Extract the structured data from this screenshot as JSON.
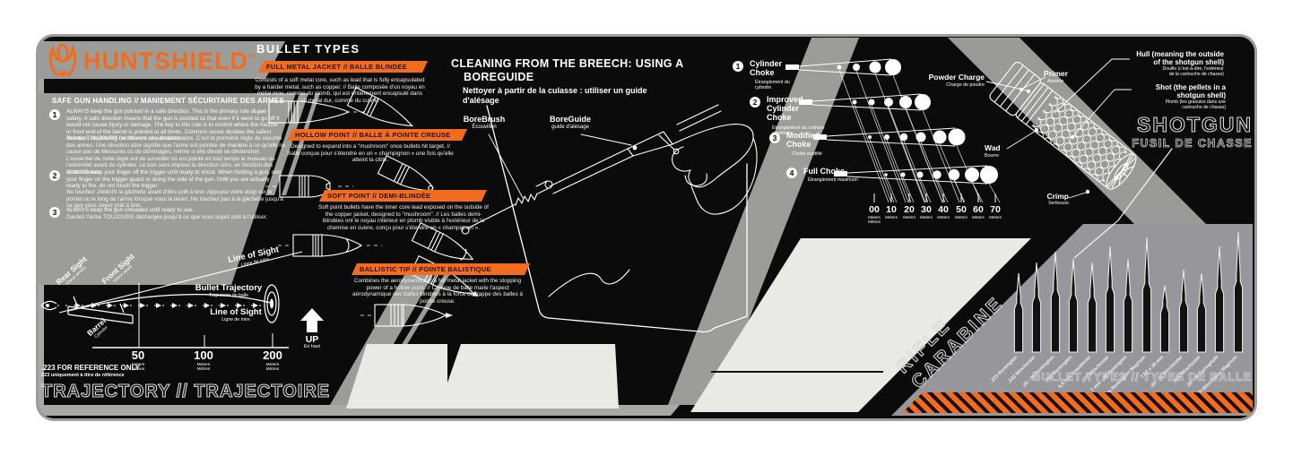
{
  "colors": {
    "accent_orange": "#f26c1f",
    "panel_gray": "#9c9c9a",
    "light_area": "#e9e9e5",
    "mat_black": "#0b0b0b"
  },
  "brand": {
    "name": "HUNTSHIELD",
    "tm": "™"
  },
  "safety": {
    "title": "SAFE GUN HANDLING // MANIEMENT SÉCURITAIRE DES ARMES",
    "items": [
      {
        "num": "1",
        "en": "ALWAYS keep the gun pointed in a safe direction. This is the primary rule of gun safety. A safe direction means that the gun is pointed so that even if it were to go off it would not cause injury or damage. The key to this rule is to control where the muzzle or front end of the barrel is pointed at all times. Common sense dictates the safest direction, depending on different circumstances.",
        "fr": "Pointez TOUJOURS l'arme vers une direction sûre. C'est la première règle de sécurité des armes. Une direction sûre signifie que l'arme est pointée de manière à ce qu'elle ne cause pas de blessures ou de dommages, même si elle devait se déclencher. L'essentiel de cette règle est de surveiller où est pointé en tout temps le museau ou l'extrémité avant du cylindre. Le bon sens impose la direction sûre, en fonction des circonstances."
      },
      {
        "num": "2",
        "en": "ALWAYS keep your finger off the trigger until ready to shoot. When holding a gun, rest your finger on the trigger guard or along the side of the gun. Until you are actually ready to fire, do not touch the trigger.",
        "fr": "Ne touchez JAMAIS la gâchette avant d'être prêt à tirer. Appuyez votre doigt sur le pontet ou le long de l'arme lorsque vous la tenez. Ne touchez pas à la gâchette jusqu'à ce que vous soyez prêt à tirer."
      },
      {
        "num": "3",
        "en": "ALWAYS keep the gun unloaded until ready to use.",
        "fr": "Gardez l'arme TOUJOURS déchargée jusqu'à ce que vous soyez prêt à l'utiliser."
      }
    ]
  },
  "trajectory": {
    "labels": {
      "rear_en": "Rear Sight",
      "rear_fr": "Viseur arrière",
      "front_en": "Front Sight",
      "front_fr": "Viseur avant",
      "los_top_en": "Line of Sight",
      "los_top_fr": "Ligne de mire",
      "bullet_en": "Bullet Trajectory",
      "bullet_fr": "Trajectoire de balle",
      "los_mid_en": "Line of Sight",
      "los_mid_fr": "Ligne de mire",
      "barrel_en": "Barrel",
      "barrel_fr": "Cylindre"
    },
    "scale": [
      {
        "value": "50",
        "en": "Meters",
        "fr": "Mètres"
      },
      {
        "value": "100",
        "en": "Meters",
        "fr": "Mètres"
      },
      {
        "value": "200",
        "en": "Meters",
        "fr": "Mètres"
      }
    ],
    "note_en": ".223 FOR REFERENCE ONLY",
    "note_fr": "223 uniquement à titre de référence",
    "heading": "TRAJECTORY // TRAJECTOIRE",
    "up_en": "UP",
    "up_fr": "En haut"
  },
  "bullet_types": {
    "title": "BULLET TYPES",
    "sections": [
      {
        "heading": "FULL METAL JACKET // BALLE BLINDÉE",
        "desc": "Consists of a soft metal core, such as lead that is fully encapsulated by a harder metal, such as copper. // Balle composée d'un noyau en métal mou, comme du plomb, qui est entièrement encapsulé dans un métal dur, comme du cuivre."
      },
      {
        "heading": "HOLLOW POINT // BALLE À POINTE CREUSE",
        "desc": "Designed to expand into a \"mushroom\" once bullets hit target. // Balle conçue pour s'étendre en un « champignon » une fois qu'elle atteint la cible."
      },
      {
        "heading": "SOFT POINT // DEMI-BLINDÉE",
        "desc": "Soft point bullets have the inner core lead exposed on the outside of the copper jacket, designed to \"mushroom\". // Les balles demi-blindées ont le noyau intérieur en plomb visible à l'extérieur de la chemise en cuivre, conçu pour s'étendre en « champignon »."
      },
      {
        "heading": "BALLISTIC TIP // POINTE BALISTIQUE",
        "desc": "Combines the aerodynamics of a full metal jacket with the stopping power of a hollow point. // Ce type de balle marie l'aspect aérodynamique des balles blindées à la force de frappe des balles à pointe creuse."
      }
    ]
  },
  "cleaning": {
    "title_line1": "CLEANING FROM THE BREECH: USING A",
    "title_line2": "BOREGUIDE",
    "subtitle": "Nettoyer à partir de la culasse : utiliser un guide\nd'alésage",
    "borebrush_en": "BoreBrush",
    "borebrush_fr": "Écouvillon",
    "boreguide_en": "BoreGuide",
    "boreguide_fr": "guide d'alésage"
  },
  "chokes": {
    "items": [
      {
        "num": "1",
        "en": "Cylinder Choke",
        "fr": "Étranglement du cylindre"
      },
      {
        "num": "2",
        "en": "Improved Cylinder Choke",
        "fr": "Étranglement du cylindre amélioré"
      },
      {
        "num": "3",
        "en": "Modified Choke",
        "fr": "Choke modifié"
      },
      {
        "num": "4",
        "en": "Full Choke",
        "fr": "Étranglement maximum"
      }
    ],
    "scale": [
      {
        "value": "00",
        "en": "Meters",
        "fr": "Mètres"
      },
      {
        "value": "10",
        "en": "Meters"
      },
      {
        "value": "20",
        "en": "Meters"
      },
      {
        "value": "30",
        "en": "Meters"
      },
      {
        "value": "40",
        "en": "Meters"
      },
      {
        "value": "50",
        "en": "Meters"
      },
      {
        "value": "60",
        "en": "Meters"
      },
      {
        "value": "70",
        "en": "Meters"
      }
    ]
  },
  "shell": {
    "powder_en": "Powder Charge",
    "powder_fr": "Charge de poudre",
    "primer_en": "Primer",
    "primer_fr": "Amorce",
    "hull_en": "Hull (meaning the outside\nof the shotgun shell)",
    "hull_fr": "Douille (c'est-à-dire, l'extérieur\nde la cartouche de chasse)",
    "shot_en": "Shot (the pellets in a\nshotgun shell)",
    "shot_fr": "Plomb (les granules dans une\ncartouche de chasse)",
    "wad_en": "Wad",
    "wad_fr": "Bourre",
    "crimp_en": "Crimp",
    "crimp_fr": "Sertissure",
    "heading_en": "SHOTGUN",
    "heading_fr": "FUSIL DE CHASSE"
  },
  "rifle": {
    "heading_en": "RIFLE",
    "heading_fr": "CARABINE",
    "cartridges": [
      ".223 Remington",
      ".243 Winchester",
      ".25 - 06 Remington",
      ".260 Remington",
      "6.5 mm Creedmoor",
      ".270 Winchester",
      "7 mm - 08 Remington",
      "7 mm Remington Magnum",
      "7.62 x 39 mm",
      ".30 - 30 Winchester",
      ".308 Winchester",
      ".30 - 06 Springfield",
      ".300 Winchester Magnum"
    ],
    "footer": "BULLET TYPES // TYPES DE BALLE"
  }
}
